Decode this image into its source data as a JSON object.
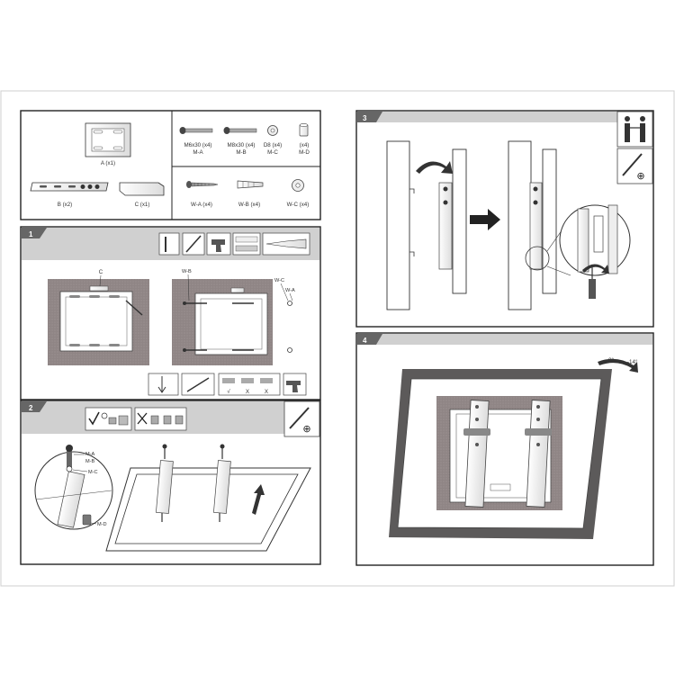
{
  "parts": {
    "A": "A (x1)",
    "B": "B (x2)",
    "C": "C (x1)",
    "MA": {
      "size": "M6x30 (x4)",
      "code": "M-A"
    },
    "MB": {
      "size": "M8x30 (x4)",
      "code": "M-B"
    },
    "MC": {
      "size": "D8 (x4)",
      "code": "M-C"
    },
    "MD": {
      "size": "(x4)",
      "code": "M-D"
    },
    "WA": "W-A (x4)",
    "WB": "W-B (x4)",
    "WC": "W-C (x4)"
  },
  "steps": {
    "s1": {
      "number": "1",
      "label_c": "C",
      "label_wb": "W-B",
      "label_wc": "W-C",
      "label_wa": "W-A",
      "check": "√",
      "cross": "X"
    },
    "s2": {
      "number": "2",
      "label_ma": "M-A",
      "label_mb": "M-B",
      "label_mc": "M-C",
      "label_md": "M-D"
    },
    "s3": {
      "number": "3"
    },
    "s4": {
      "number": "4",
      "tilt_0": "0°",
      "tilt_max": "-14°"
    }
  },
  "icons": [
    "screwdriver-icon",
    "two-people-icon",
    "drill-icon",
    "level-icon",
    "pencil-icon",
    "checkmark-icon",
    "cross-icon",
    "rotate-arrow-icon",
    "right-arrow-icon",
    "up-arrow-icon"
  ],
  "colors": {
    "wall": "#8c8282",
    "frame": "#5c5a5a",
    "header": "#cfcfcf",
    "line": "#222222"
  }
}
